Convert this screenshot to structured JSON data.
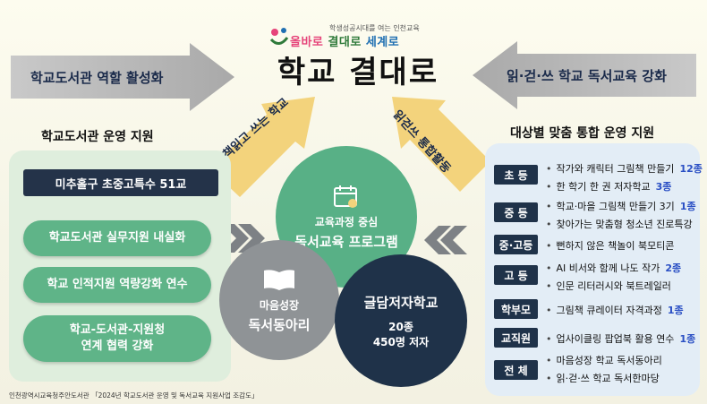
{
  "header": {
    "tagline": "학생성공시대를 여는 인천교육",
    "slogan_parts": [
      "올바로 ",
      "결대로 ",
      "세계로"
    ],
    "title": "학교 결대로"
  },
  "arrows": {
    "left": "학교도서관 역할 활성화",
    "right": "읽·걷·쓰 학교 독서교육 강화"
  },
  "left_section": {
    "heading": "학교도서관 운영 지원",
    "bar": "미추홀구 초중고특수 51교",
    "pills": [
      "학교도서관 실무지원 내실화",
      "학교 인적지원 역량강화 연수",
      "학교-도서관-지원청\n연계 협력 강화"
    ]
  },
  "center": {
    "label_left": "책읽고 쓰는 학교",
    "label_right": "읽걷쓰 통합활동",
    "top_circle": {
      "line1": "교육과정 중심",
      "line2": "독서교육 프로그램"
    },
    "left_circle": {
      "line1": "마음성장",
      "line2": "독서동아리"
    },
    "right_circle": {
      "line1": "글담저자학교",
      "line2": "20종",
      "line3": "450명 저자"
    }
  },
  "right_section": {
    "heading": "대상별 맞춤 통합 운영 지원",
    "groups": [
      {
        "tag": "초 등",
        "items": [
          {
            "text": "작가와 캐릭터 그림책 만들기",
            "count": "12종"
          },
          {
            "text": "한 학기 한 권 저자학교",
            "count": "3종"
          }
        ]
      },
      {
        "tag": "중 등",
        "items": [
          {
            "text": "학교·마을 그림책 만들기 3기",
            "count": "1종"
          },
          {
            "text": "찾아가는 맞춤형 청소년 진로특강",
            "count": ""
          }
        ]
      },
      {
        "tag": "중·고등",
        "items": [
          {
            "text": "뻔하지 않은 책놀이 북모티콘",
            "count": ""
          }
        ]
      },
      {
        "tag": "고 등",
        "items": [
          {
            "text": "AI 비서와 함께 나도 작가",
            "count": "2종"
          },
          {
            "text": "인문 리터러시와 북트레일러",
            "count": ""
          }
        ]
      },
      {
        "tag": "학부모",
        "items": [
          {
            "text": "그림책 큐레이터 자격과정",
            "count": "1종"
          }
        ]
      },
      {
        "tag": "교직원",
        "items": [
          {
            "text": "업사이클링 팝업북 활용 연수",
            "count": "1종"
          }
        ]
      },
      {
        "tag": "전 체",
        "items": [
          {
            "text": "마음성장 학교 독서동아리",
            "count": ""
          },
          {
            "text": "읽·걷·쓰 학교 독서한마당",
            "count": ""
          }
        ]
      }
    ]
  },
  "footer": "인천광역시교육청주안도서관 「2024년 학교도서관 운영 및 독서교육 지원사업 조감도」",
  "colors": {
    "green": "#5fb488",
    "navy": "#1f3249",
    "arrow_yellow": "#f3d37c",
    "arrow_gray": "#b3b3b3",
    "count_blue": "#2a4fc4"
  },
  "icons": [
    "calendar-icon",
    "book-icon",
    "double-chevron-right-icon",
    "double-chevron-left-icon",
    "logo-emblem-icon"
  ]
}
